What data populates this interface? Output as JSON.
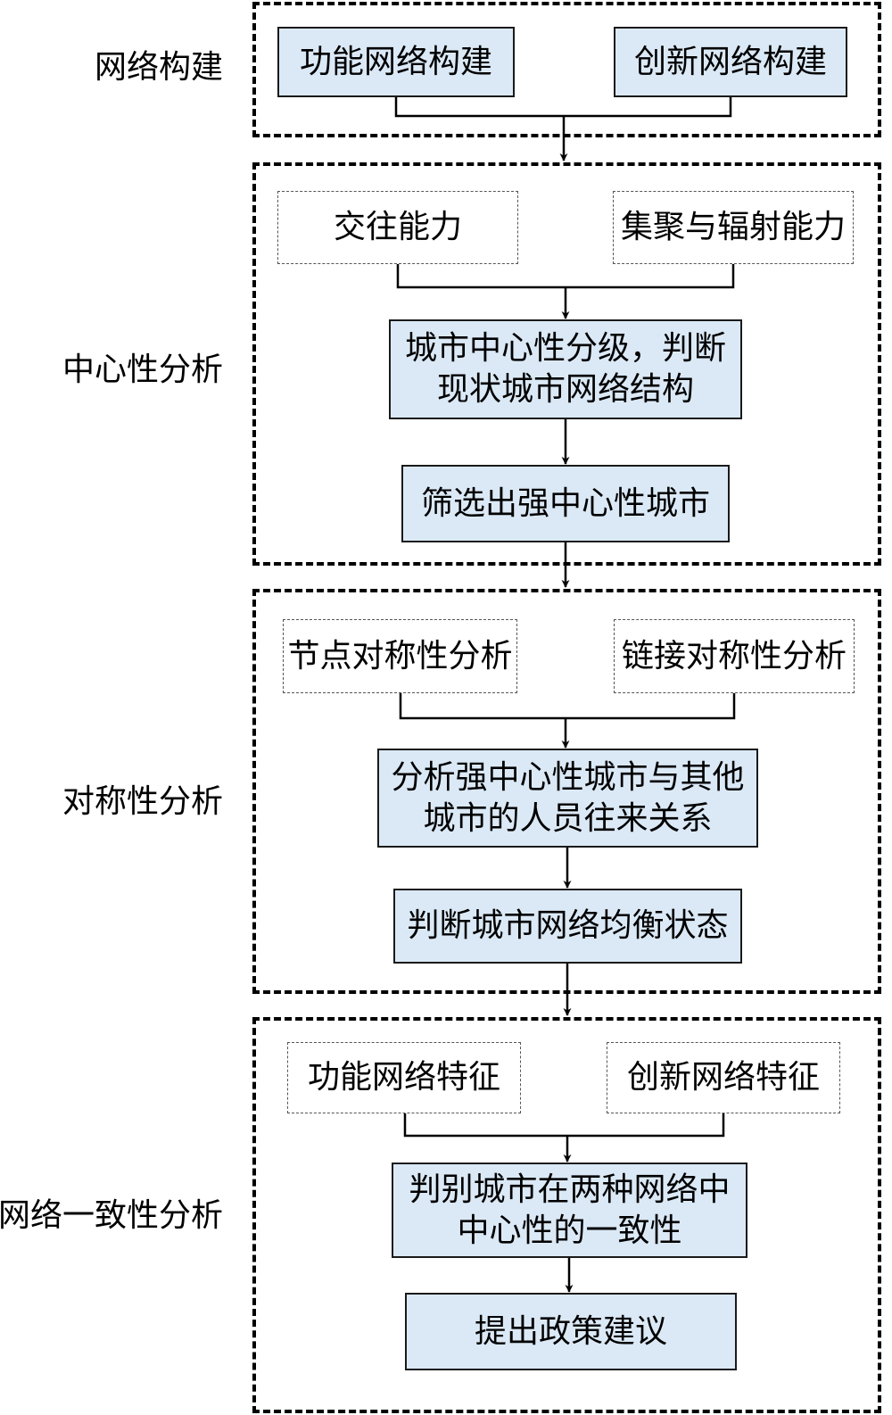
{
  "stages": [
    {
      "label": "网络构建",
      "inputs": [
        "功能网络构建",
        "创新网络构建"
      ],
      "steps": []
    },
    {
      "label": "中心性分析",
      "inputs": [
        "交往能力",
        "集聚与辐射能力"
      ],
      "steps": [
        {
          "lines": [
            "城市中心性分级，判断",
            "现状城市网络结构"
          ]
        },
        {
          "lines": [
            "筛选出强中心性城市"
          ]
        }
      ]
    },
    {
      "label": "对称性分析",
      "inputs": [
        "节点对称性分析",
        "链接对称性分析"
      ],
      "steps": [
        {
          "lines": [
            "分析强中心性城市与其他",
            "城市的人员往来关系"
          ]
        },
        {
          "lines": [
            "判断城市网络均衡状态"
          ]
        }
      ]
    },
    {
      "label": "网络一致性分析",
      "inputs": [
        "功能网络特征",
        "创新网络特征"
      ],
      "steps": [
        {
          "lines": [
            "判别城市在两种网络中",
            "中心性的一致性"
          ]
        },
        {
          "lines": [
            "提出政策建议"
          ]
        }
      ]
    }
  ],
  "colors": {
    "box_fill": "#dbe9f6",
    "stroke": "#000000"
  }
}
